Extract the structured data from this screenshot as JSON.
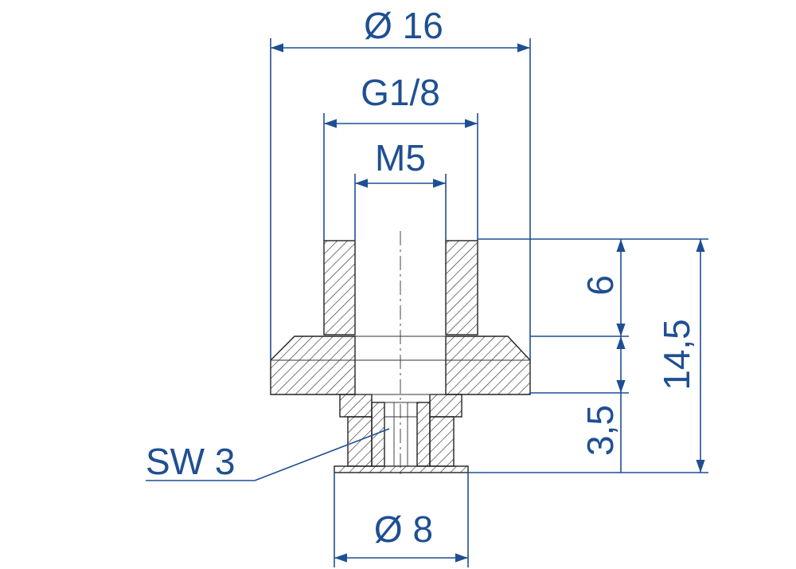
{
  "drawing": {
    "dims": {
      "outer_diameter": "Ø 16",
      "thread_g": "G1/8",
      "thread_m": "M5",
      "bottom_diameter": "Ø 8",
      "height_top": "6",
      "height_total": "14,5",
      "height_lower": "3,5",
      "wrench": "SW 3"
    },
    "colors": {
      "dimension": "#1f4f93",
      "part_outline": "#222222"
    }
  }
}
